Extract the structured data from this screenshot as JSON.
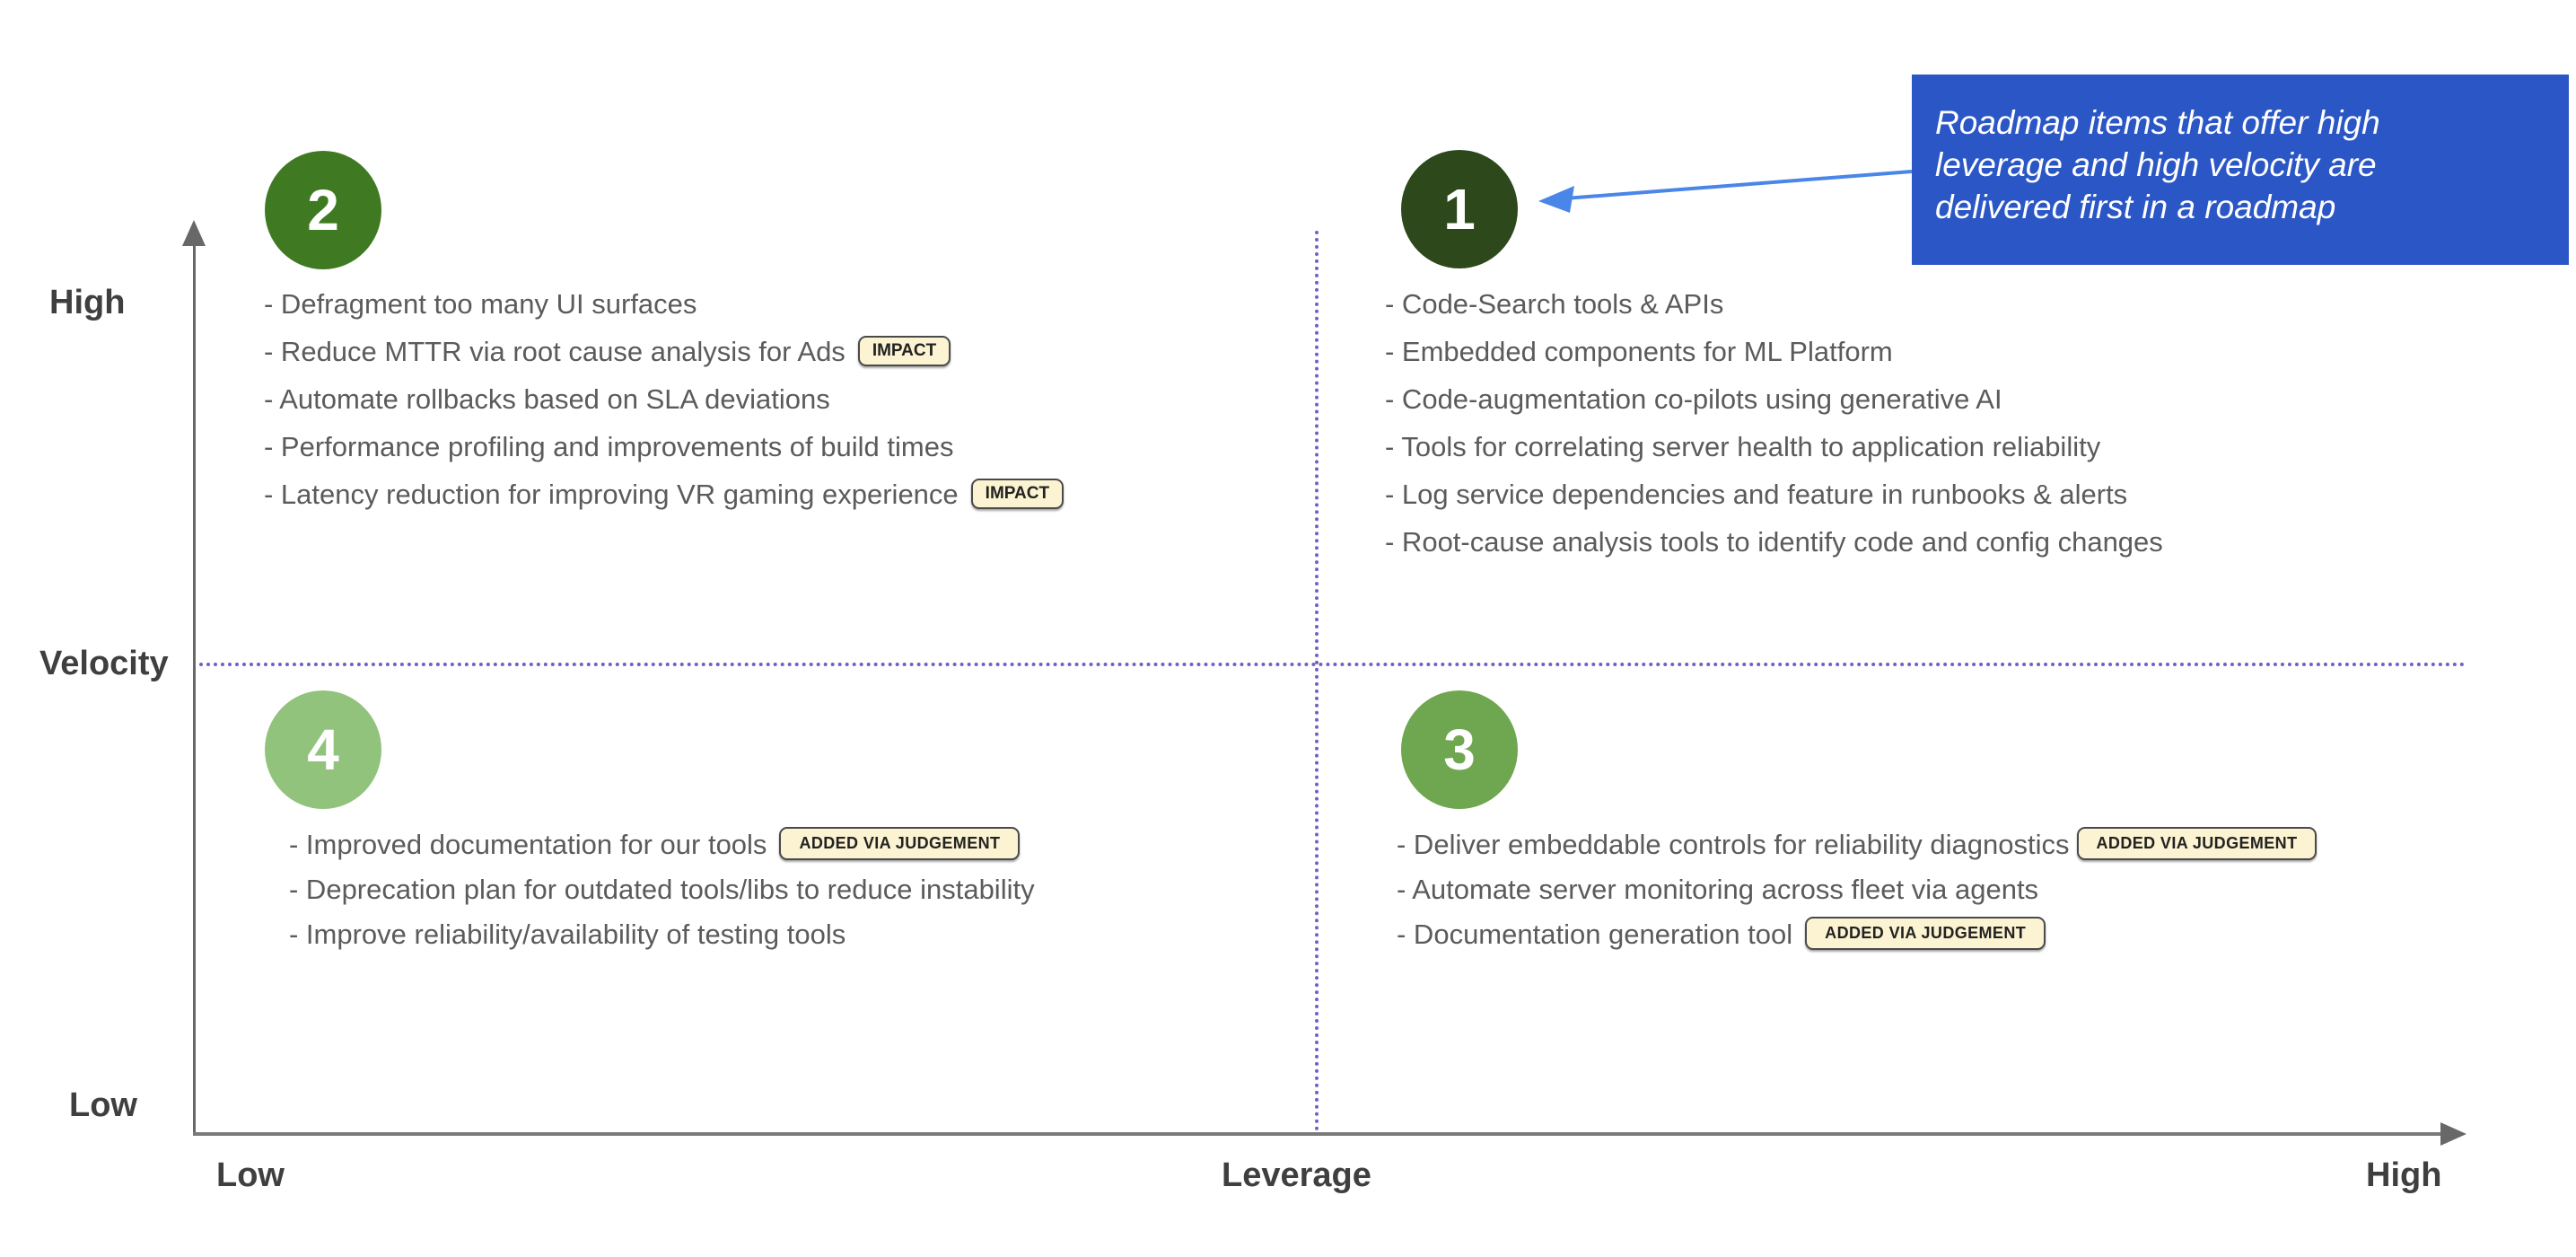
{
  "axes": {
    "y": {
      "name": "Velocity",
      "high_label": "High",
      "low_label": "Low"
    },
    "x": {
      "name": "Leverage",
      "low_label": "Low",
      "high_label": "High"
    },
    "axis_color": "#686868",
    "divider_dotted_color": "#6e60c8"
  },
  "callout": {
    "lines": [
      "Roadmap items that offer high",
      "leverage and high velocity are",
      "delivered first in a roadmap"
    ],
    "background_color": "#2b56c5",
    "arrow_color": "#4a86e8"
  },
  "badge_style": {
    "background_color": "#fbf3d1",
    "border_color": "#4a4a4a"
  },
  "quadrants": {
    "q1": {
      "number": "1",
      "position": "top-right (high velocity, high leverage)",
      "circle_color": "#2d481b",
      "items": [
        {
          "text": "- Code-Search tools & APIs"
        },
        {
          "text": "- Embedded components for ML Platform"
        },
        {
          "text": "- Code-augmentation co-pilots using generative AI"
        },
        {
          "text": "- Tools for correlating server health to application reliability"
        },
        {
          "text": "- Log service dependencies and feature in runbooks & alerts"
        },
        {
          "text": "- Root-cause analysis tools to identify code and config changes"
        }
      ]
    },
    "q2": {
      "number": "2",
      "position": "top-left (high velocity, low leverage)",
      "circle_color": "#3f7a22",
      "items": [
        {
          "text": "- Defragment too many UI surfaces"
        },
        {
          "text": "- Reduce MTTR via root cause analysis for Ads",
          "badge": "IMPACT"
        },
        {
          "text": "- Automate rollbacks based on SLA deviations"
        },
        {
          "text": "- Performance profiling and improvements of build times"
        },
        {
          "text": "- Latency reduction for improving VR gaming experience",
          "badge": "IMPACT"
        }
      ]
    },
    "q3": {
      "number": "3",
      "position": "bottom-right (low velocity, high leverage)",
      "circle_color": "#6fa650",
      "items": [
        {
          "text": "- Deliver embeddable controls for reliability diagnostics",
          "badge": "ADDED VIA JUDGEMENT"
        },
        {
          "text": "- Automate server monitoring across fleet via agents"
        },
        {
          "text": "- Documentation generation tool",
          "badge": "ADDED VIA JUDGEMENT"
        }
      ]
    },
    "q4": {
      "number": "4",
      "position": "bottom-left (low velocity, low leverage)",
      "circle_color": "#92c37c",
      "items": [
        {
          "text": "- Improved documentation for our tools",
          "badge": "ADDED VIA JUDGEMENT"
        },
        {
          "text": "- Deprecation plan for outdated tools/libs to reduce instability"
        },
        {
          "text": "- Improve reliability/availability of testing tools"
        }
      ]
    }
  }
}
